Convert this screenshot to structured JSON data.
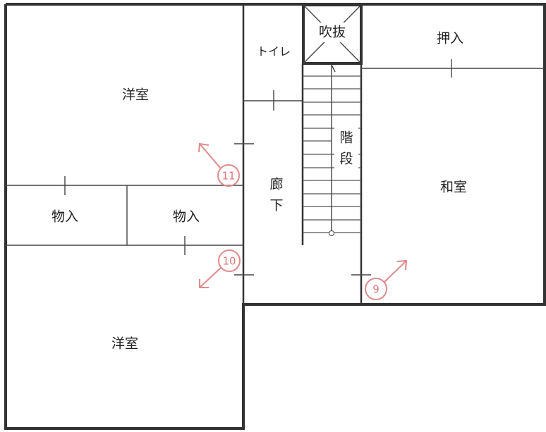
{
  "floor_plan": {
    "rooms": {
      "western_room_top": "洋室",
      "toilet": "トイレ",
      "void": "吹抜",
      "oshiire": "押入",
      "stairs_1": "階",
      "stairs_2": "段",
      "corridor_1": "廊",
      "corridor_2": "下",
      "japanese_room": "和室",
      "storage_left": "物入",
      "storage_right": "物入",
      "western_room_bottom": "洋室"
    },
    "photo_markers": [
      "11",
      "10",
      "9"
    ],
    "marker_color": "#e08a8a"
  }
}
